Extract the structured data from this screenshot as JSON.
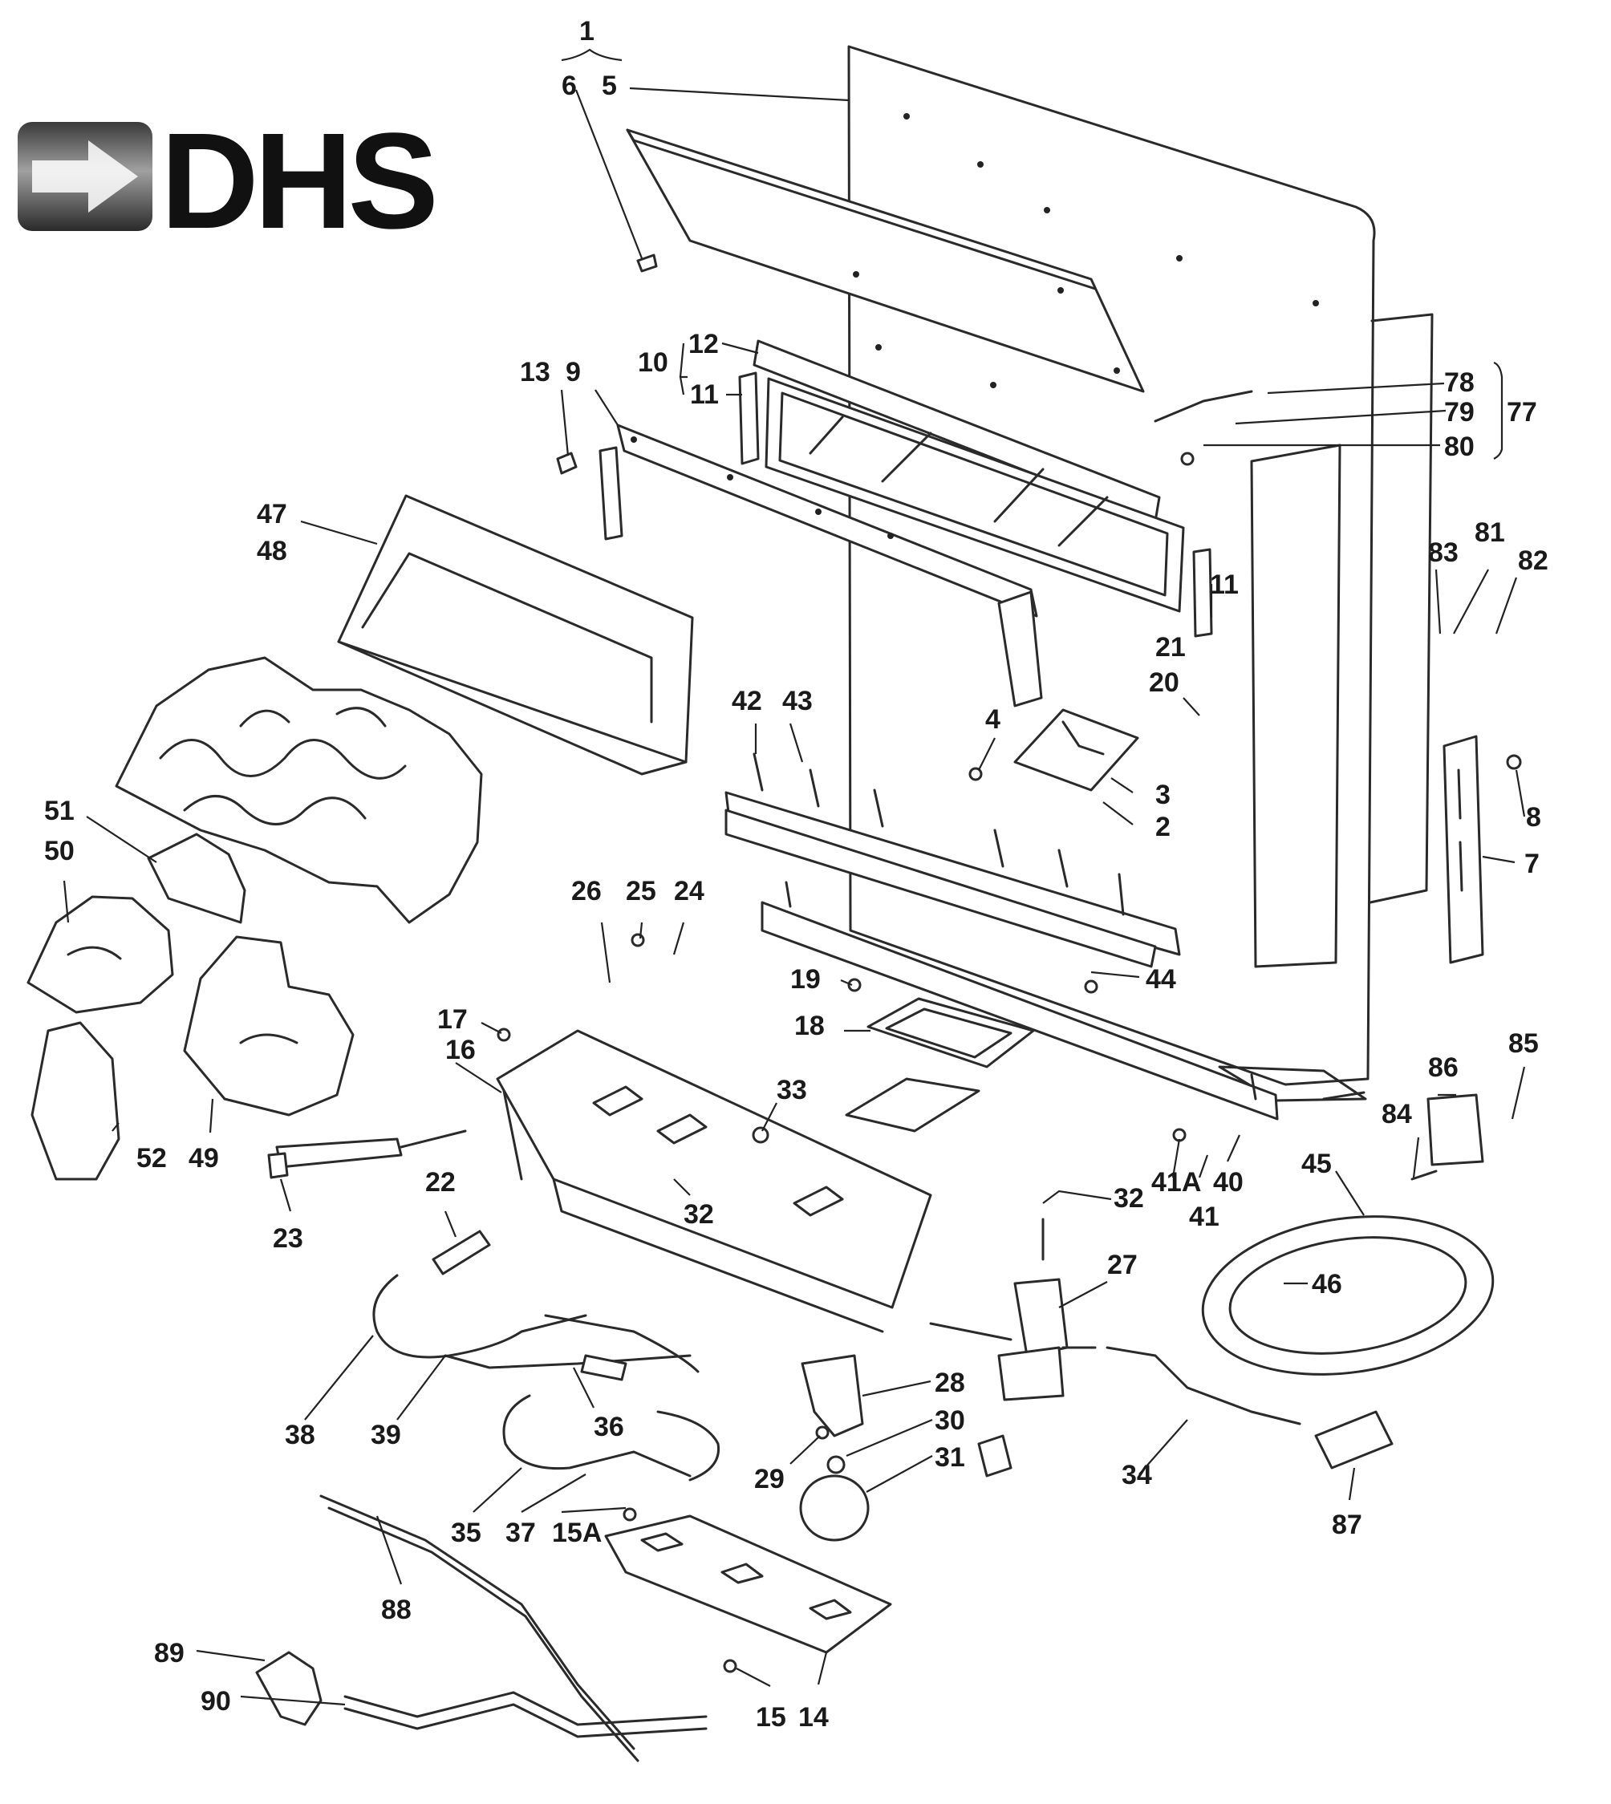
{
  "logo": {
    "text": "DHS",
    "arrow_color": "#1c1c1c"
  },
  "callouts": {
    "c1": "1",
    "c5": "5",
    "c6": "6",
    "c12": "12",
    "c10": "10",
    "c11a": "11",
    "c11b": "11",
    "c13": "13",
    "c9": "9",
    "c78": "78",
    "c79": "79",
    "c80": "80",
    "c77": "77",
    "c47": "47",
    "c48": "48",
    "c83": "83",
    "c81": "81",
    "c82": "82",
    "c21": "21",
    "c20": "20",
    "c4": "4",
    "c42": "42",
    "c43": "43",
    "c3": "3",
    "c2": "2",
    "c8": "8",
    "c7": "7",
    "c51": "51",
    "c50": "50",
    "c26": "26",
    "c25": "25",
    "c24": "24",
    "c19": "19",
    "c44": "44",
    "c17": "17",
    "c18": "18",
    "c16": "16",
    "c33": "33",
    "c85": "85",
    "c86": "86",
    "c84": "84",
    "c52": "52",
    "c49": "49",
    "c23": "23",
    "c22": "22",
    "c32a": "32",
    "c32b": "32",
    "c41A": "41A",
    "c41": "41",
    "c40": "40",
    "c45": "45",
    "c46": "46",
    "c27": "27",
    "c28": "28",
    "c30": "30",
    "c31": "31",
    "c29": "29",
    "c38": "38",
    "c39": "39",
    "c36": "36",
    "c35": "35",
    "c37": "37",
    "c15A": "15A",
    "c34": "34",
    "c87": "87",
    "c88": "88",
    "c89": "89",
    "c90": "90",
    "c15": "15",
    "c14": "14"
  }
}
